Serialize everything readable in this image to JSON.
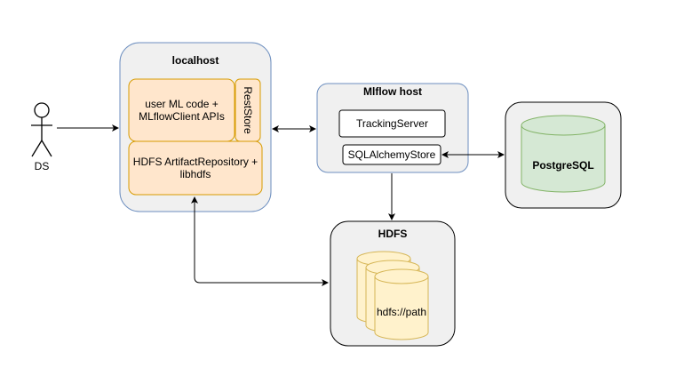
{
  "actor": {
    "label": "DS"
  },
  "localhost": {
    "title": "localhost",
    "user_code": "user ML code +\nMLflowClient APIs",
    "rest_store": "RestStore",
    "artifact_repo": "HDFS ArtifactRepository +\nlibhdfs"
  },
  "mlflow_host": {
    "title": "Mlflow host",
    "tracking_server": "TrackingServer",
    "sql_store": "SQLAlchemyStore"
  },
  "postgres": {
    "label": "PostgreSQL"
  },
  "hdfs": {
    "title": "HDFS",
    "path": "hdfs://path"
  },
  "colors": {
    "group_fill": "#f0f0f0",
    "localhost_border": "#6c8ebf",
    "orange_fill": "#ffe6cc",
    "orange_border": "#d79b00",
    "green_fill": "#d5e8d4",
    "green_border": "#82b366",
    "yellow_fill": "#fff2cc",
    "yellow_border": "#d6b656"
  }
}
